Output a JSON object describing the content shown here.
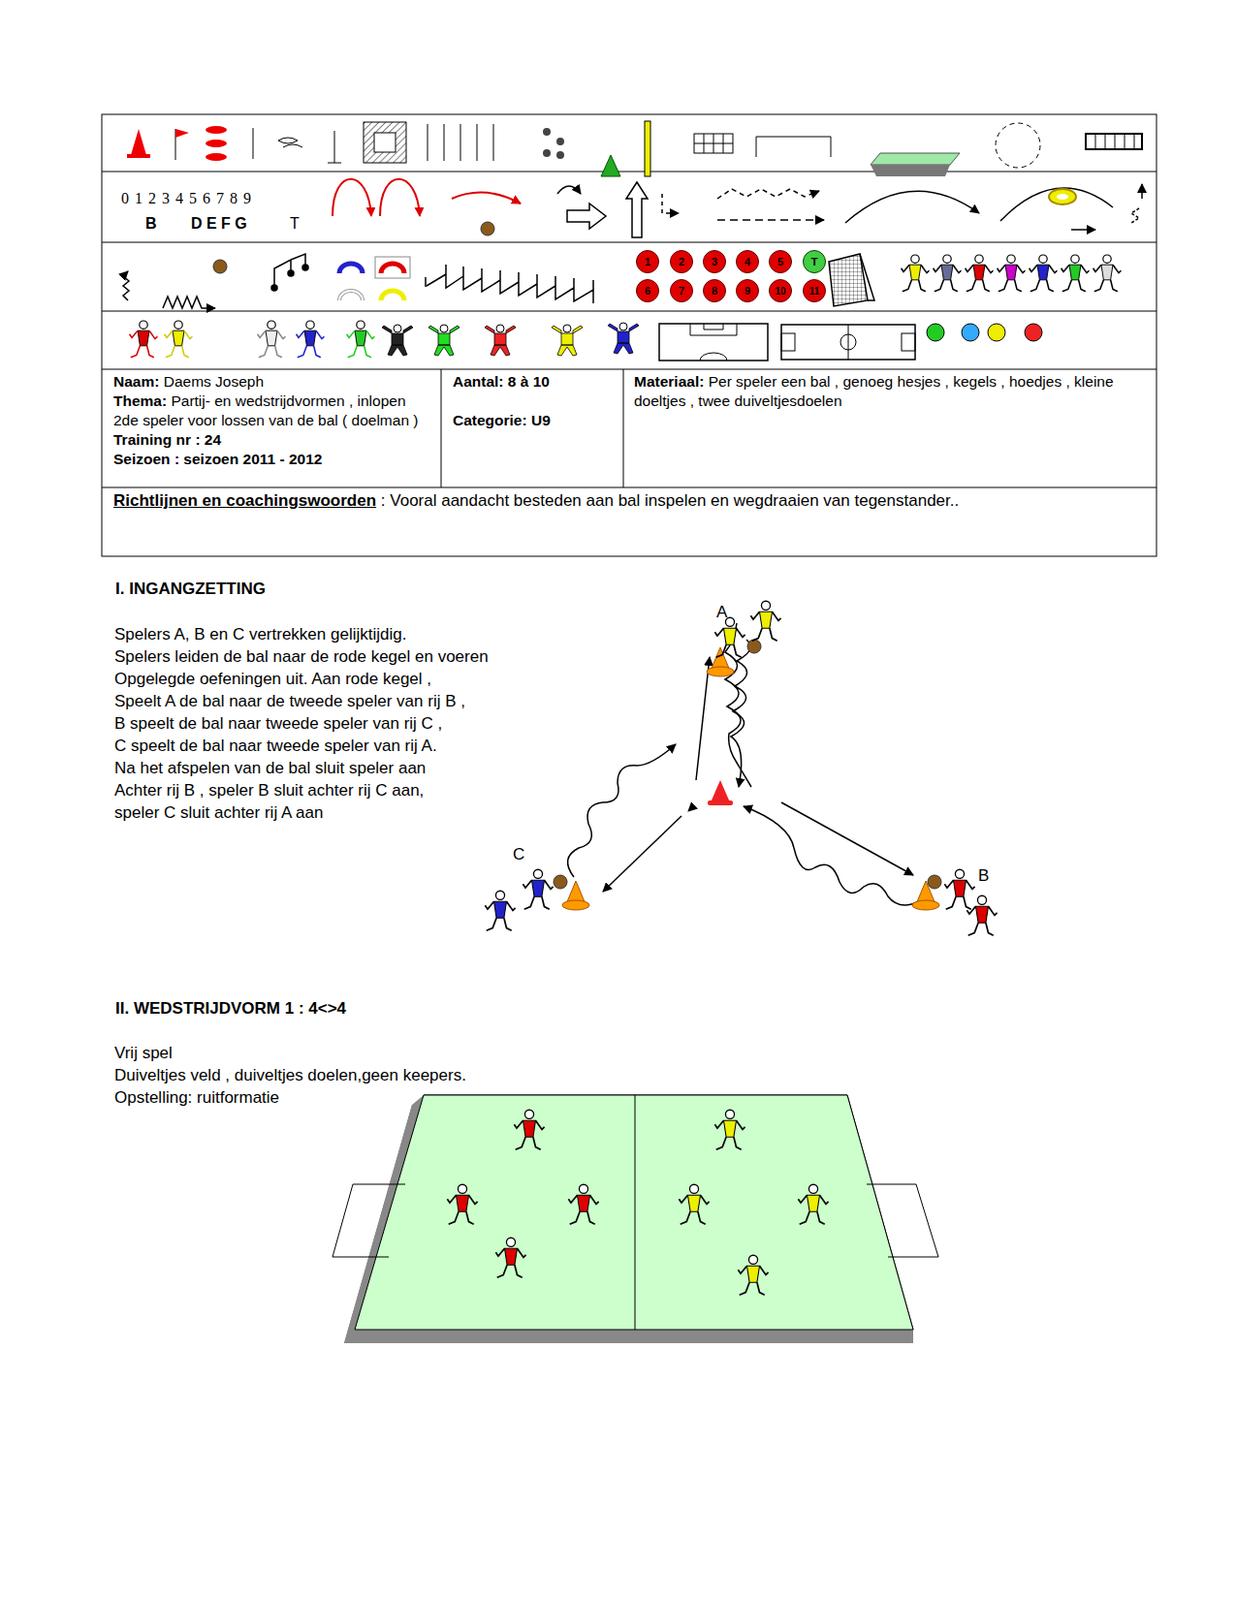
{
  "diagram": {
    "nodes": [
      {
        "text": [
          "1"
        ]
      },
      {
        "text": [
          "2"
        ]
      },
      {
        "text": [
          "3"
        ]
      },
      {
        "text": [
          "4"
        ]
      },
      {
        "text": [
          "5"
        ]
      },
      {
        "text": [
          "T"
        ]
      },
      {
        "text": [
          "6"
        ]
      },
      {
        "text": [
          "7"
        ]
      },
      {
        "text": [
          "8"
        ]
      },
      {
        "text": [
          "9"
        ]
      },
      {
        "text": [
          "10"
        ]
      },
      {
        "text": [
          "11"
        ]
      }
    ],
    "labels": [
      "0 1 2 3 4 5 6 7 8 9",
      "B",
      "D E F G",
      "T",
      "Naam:",
      "Daems Joseph",
      "Thema:",
      "Partij- en wedstrijdvormen , inlopen 2de speler voor lossen van de bal ( doelman )",
      "Training nr : 24",
      "Seizoen : seizoen 2011 - 2012",
      "Aantal: 8 à 10",
      "Categorie: U9",
      "Materiaal:",
      "Per speler een bal , genoeg hesjes , kegels , hoedjes , kleine doeltjes , twee duiveltjesdoelen",
      "Richtlijnen en coachingswoorden",
      " : Vooral aandacht besteden aan bal inspelen en wegdraaien van tegenstander..",
      "I. INGANGZETTING",
      "Spelers A, B en C vertrekken gelijktijdig.",
      "Spelers leiden de bal naar de rode kegel en voeren",
      "Opgelegde oefeningen uit. Aan rode kegel ,",
      "Speelt A de bal naar de tweede speler van rij B ,",
      "B speelt de bal naar tweede speler van rij C ,",
      "C speelt de bal naar tweede speler van rij A.",
      "Na het afspelen van de bal sluit speler aan",
      "Achter rij B , speler B sluit achter rij C aan,",
      "speler C sluit achter rij A aan",
      "A",
      "C",
      "B",
      "II. WEDSTRIJDVORM 1 : 4<>4",
      "Vrij spel",
      "Duiveltjes veld , duiveltjes doelen,geen keepers.",
      "Opstelling: ruitformatie"
    ]
  }
}
